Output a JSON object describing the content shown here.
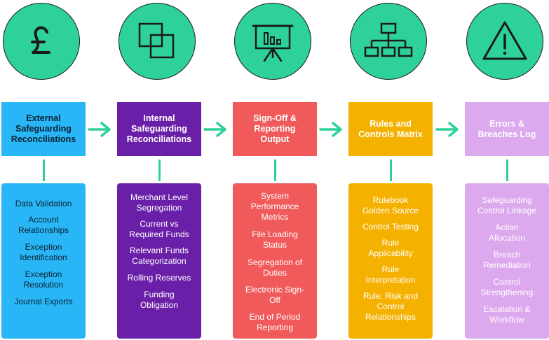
{
  "columns": [
    {
      "icon": "pound-icon",
      "title": "External\nSafeguarding\nReconciliations",
      "items": [
        "Data Validation",
        "Account\nRelationships",
        "Exception\nIdentification",
        "Exception\nResolution",
        "Journal Exports"
      ]
    },
    {
      "icon": "overlapping-squares-icon",
      "title": "Internal\nSafeguarding\nReconciliations",
      "items": [
        "Merchant Level\nSegregation",
        "Current vs\nRequired Funds",
        "Relevant Funds\nCategorization",
        "Rolling Reserves",
        "Funding\nObligation"
      ]
    },
    {
      "icon": "presentation-chart-icon",
      "title": "Sign-Off &\nReporting\nOutput",
      "items": [
        "System\nPerformance\nMetrics",
        "File Loading\nStatus",
        "Segregation of\nDuties",
        "Electronic Sign-\nOff",
        "End of Period\nReporting"
      ]
    },
    {
      "icon": "hierarchy-icon",
      "title": "Rules and\nControls Matrix",
      "items": [
        "Rulebook\nGolden Source",
        "Control Testing",
        "Rule\nApplicability",
        "Rule\nInterpretation",
        "Rule, Risk and\nControl\nRelationships"
      ]
    },
    {
      "icon": "warning-icon",
      "title": "Errors &\nBreaches Log",
      "items": [
        "Safeguarding\nControl Linkage",
        "Action\nAllocation",
        "Breach\nRemediation",
        "Control\nStrengthening",
        "Escalation &\nWorkflow"
      ]
    }
  ],
  "colors": {
    "accent": "#2ed19a",
    "col1": "#29b6f6",
    "col2": "#6a1fa8",
    "col3": "#f05a5a",
    "col4": "#f5b100",
    "col5": "#dca8ee"
  }
}
